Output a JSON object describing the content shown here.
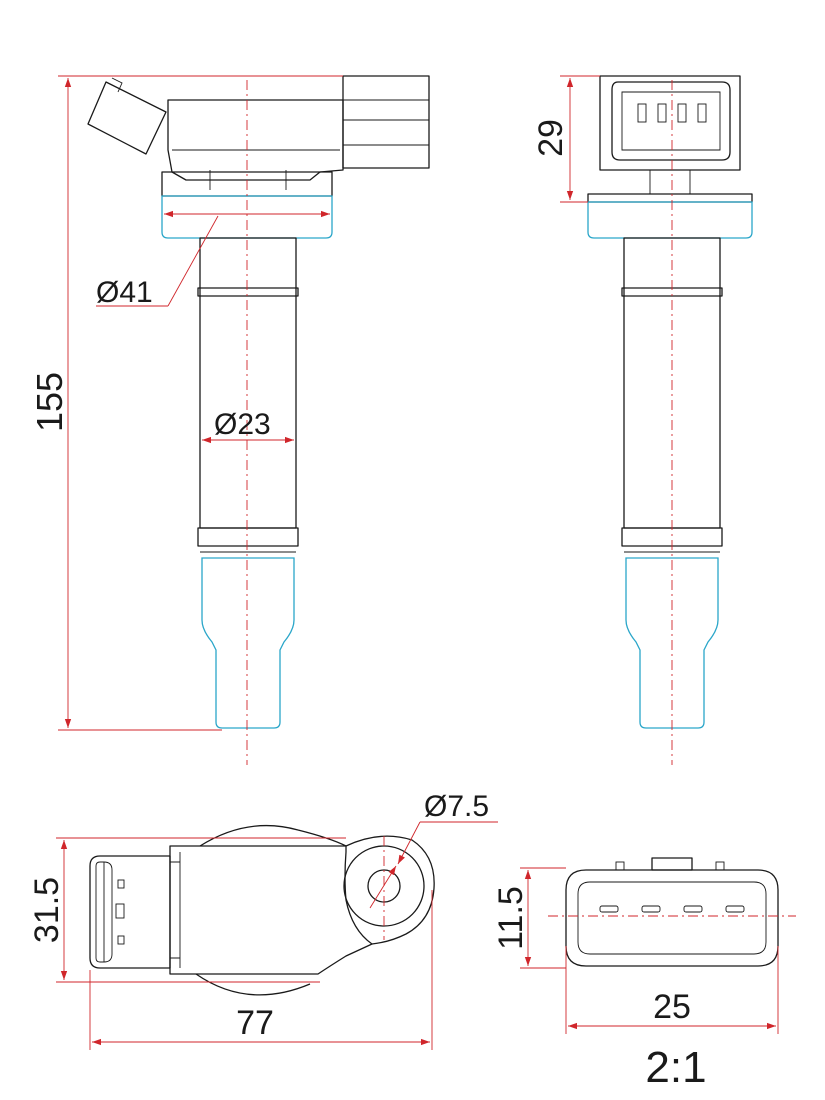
{
  "dimensions": {
    "total_length": "155",
    "connector_height": "29",
    "flange_diameter": "Ø41",
    "body_diameter": "Ø23",
    "mount_hole_diameter": "Ø7.5",
    "body_width": "31.5",
    "overall_width": "77",
    "plug_height": "11.5",
    "plug_width": "25"
  },
  "scale": "2:1",
  "colors": {
    "outline": "#1a1a1a",
    "dimension": "#d0262b",
    "boot": "#2aa6c9"
  }
}
